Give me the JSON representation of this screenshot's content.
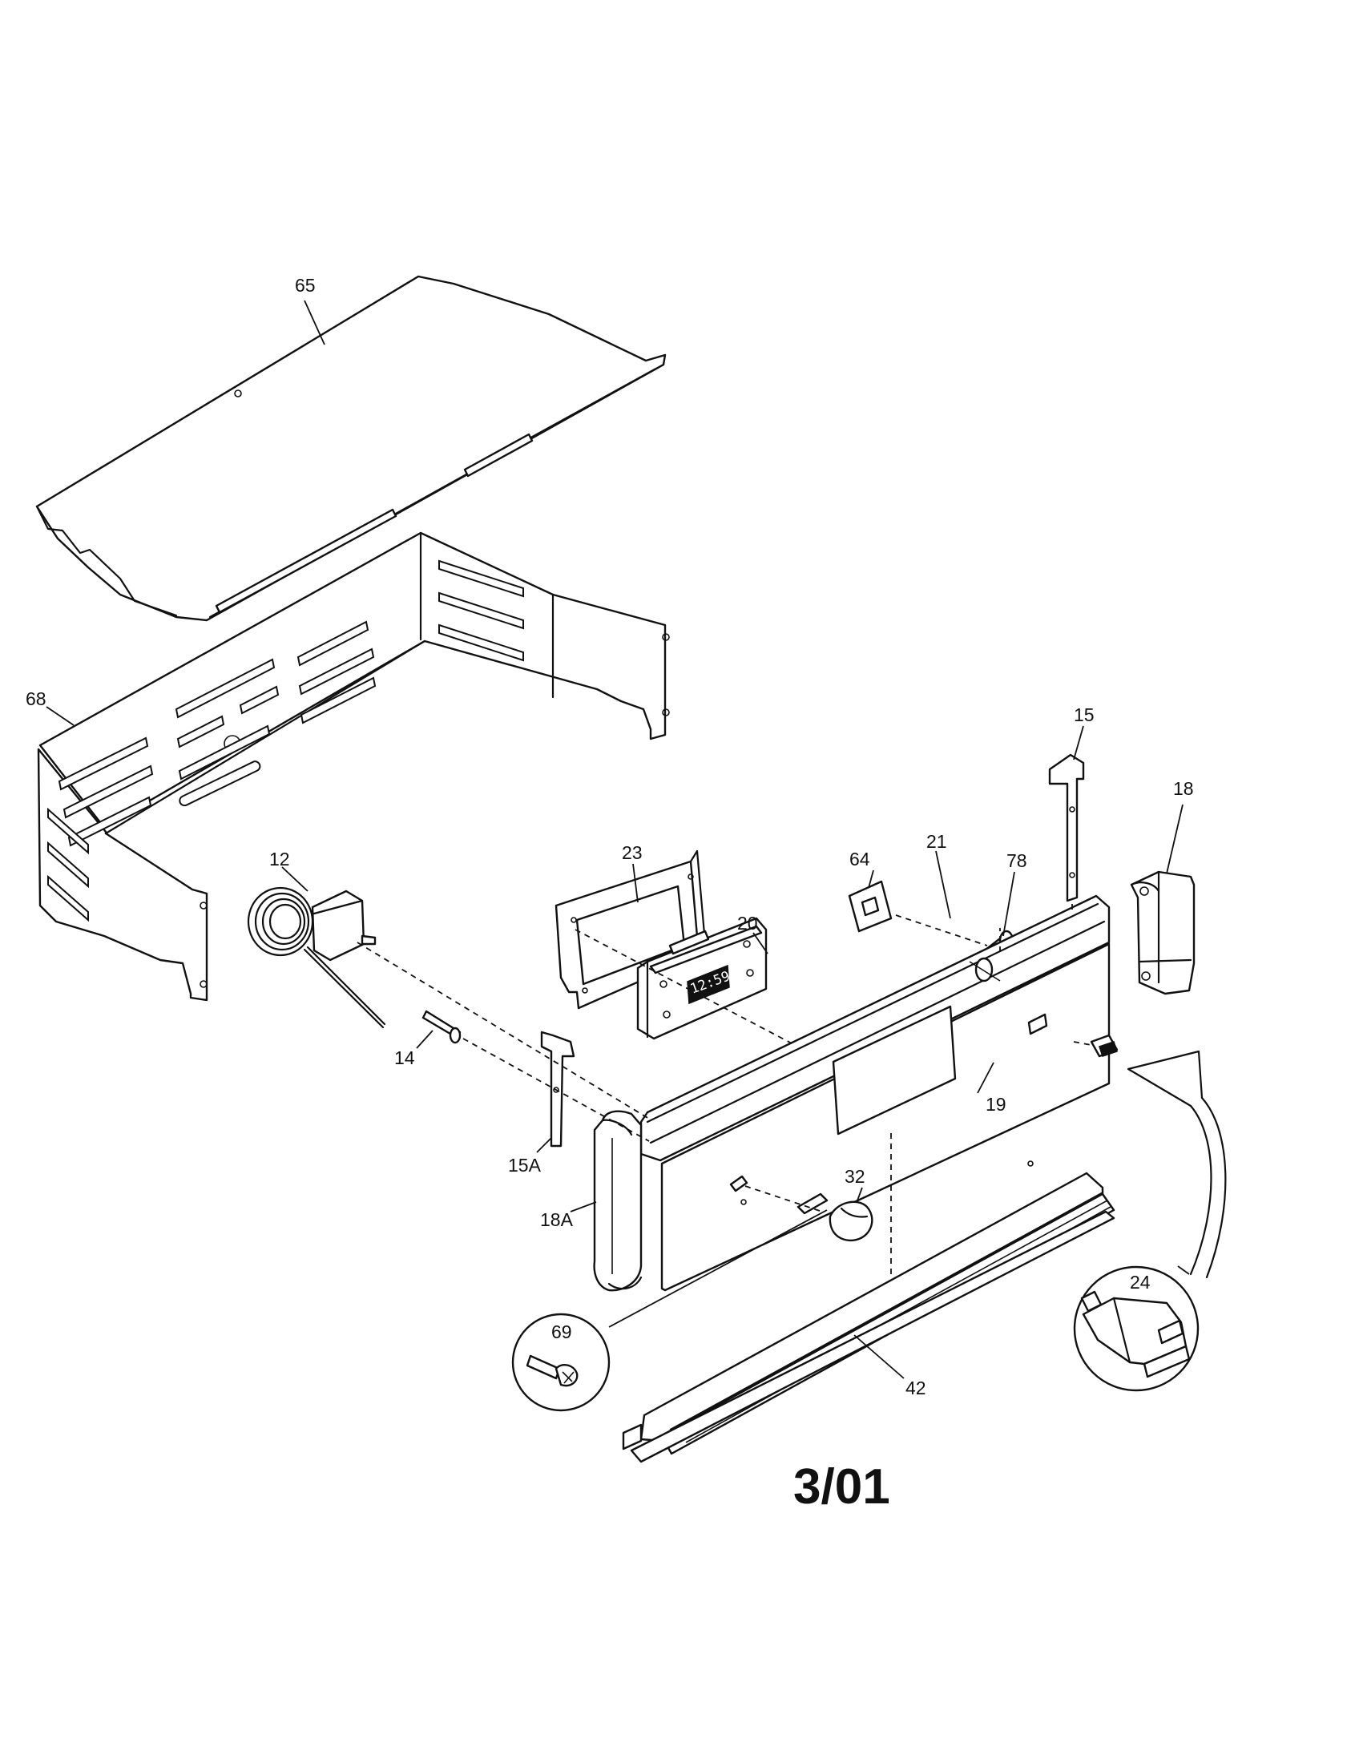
{
  "diagram": {
    "revision_date": "3/01",
    "clock_display": "12:59",
    "callouts": [
      {
        "id": "part-65",
        "label": "65"
      },
      {
        "id": "part-68",
        "label": "68"
      },
      {
        "id": "part-12",
        "label": "12"
      },
      {
        "id": "part-14",
        "label": "14"
      },
      {
        "id": "part-15",
        "label": "15"
      },
      {
        "id": "part-15a",
        "label": "15A"
      },
      {
        "id": "part-18",
        "label": "18"
      },
      {
        "id": "part-18a",
        "label": "18A"
      },
      {
        "id": "part-19",
        "label": "19"
      },
      {
        "id": "part-20",
        "label": "20"
      },
      {
        "id": "part-21",
        "label": "21"
      },
      {
        "id": "part-23",
        "label": "23"
      },
      {
        "id": "part-24",
        "label": "24"
      },
      {
        "id": "part-32",
        "label": "32"
      },
      {
        "id": "part-42",
        "label": "42"
      },
      {
        "id": "part-64",
        "label": "64"
      },
      {
        "id": "part-69",
        "label": "69"
      },
      {
        "id": "part-78",
        "label": "78"
      }
    ]
  }
}
